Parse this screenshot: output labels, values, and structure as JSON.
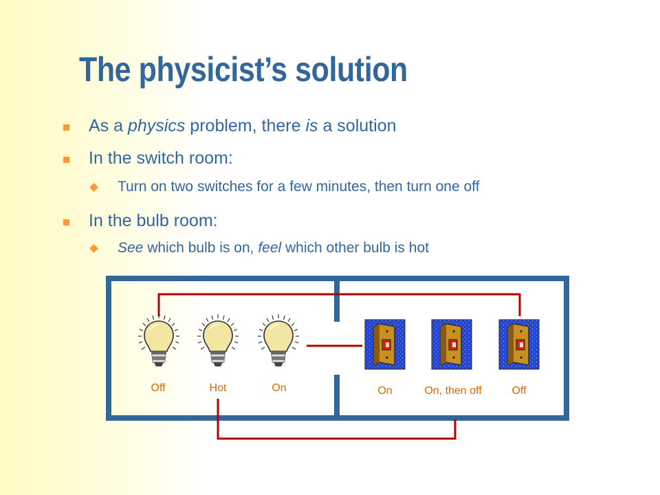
{
  "slide": {
    "title": "The physicist’s solution",
    "bullets": [
      {
        "level": 1,
        "parts": [
          "As a ",
          "physics",
          " problem, there ",
          "is",
          " a solution"
        ]
      },
      {
        "level": 1,
        "parts": [
          "In the switch room:"
        ]
      },
      {
        "level": 2,
        "parts": [
          "Turn on two switches for a few minutes, then turn one off"
        ]
      },
      {
        "level": 1,
        "parts": [
          "In the bulb room:"
        ]
      },
      {
        "level": 2,
        "parts": [
          "See",
          " which bulb is on, ",
          "feel",
          " which other bulb is hot"
        ]
      }
    ]
  },
  "diagram": {
    "bulb_labels": [
      "Off",
      "Hot",
      "On"
    ],
    "switch_labels": [
      "On",
      "On, then off",
      "Off"
    ],
    "colors": {
      "room_wall": "#336699",
      "wire": "#b30000",
      "label": "#d86800",
      "switch_plate": "#2244cc",
      "switch_body": "#c8901e",
      "switch_toggle": "#dd2200",
      "bulb_glass": "#f3e6a3",
      "bullet_marker": "#ff9933"
    }
  }
}
